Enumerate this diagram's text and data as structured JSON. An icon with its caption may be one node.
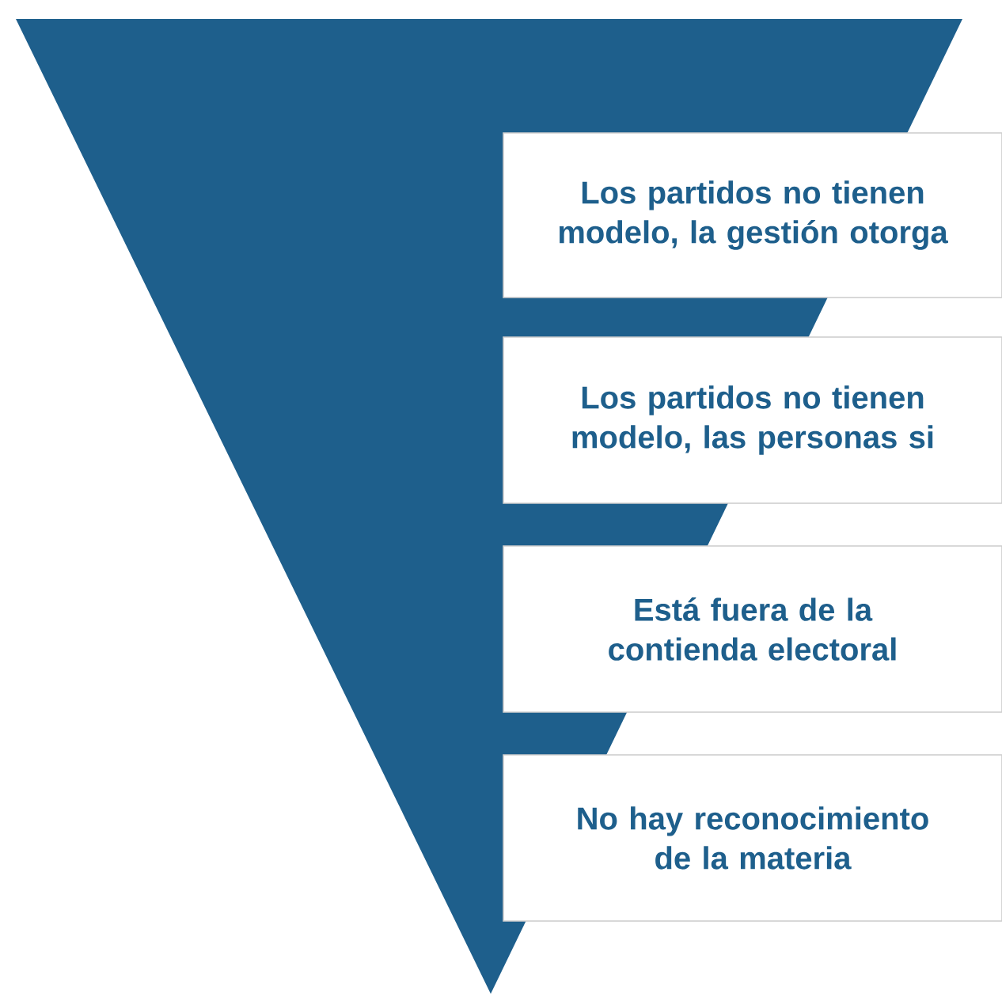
{
  "diagram": {
    "nodes": [
      {
        "text": [
          "Los partidos no tienen modelo, la gestión otorga"
        ]
      },
      {
        "text": [
          "Los partidos no tienen modelo, las personas si"
        ]
      },
      {
        "text": [
          "Está fuera de la contienda electoral"
        ]
      },
      {
        "text": [
          "No hay reconocimiento de la materia"
        ]
      }
    ]
  }
}
